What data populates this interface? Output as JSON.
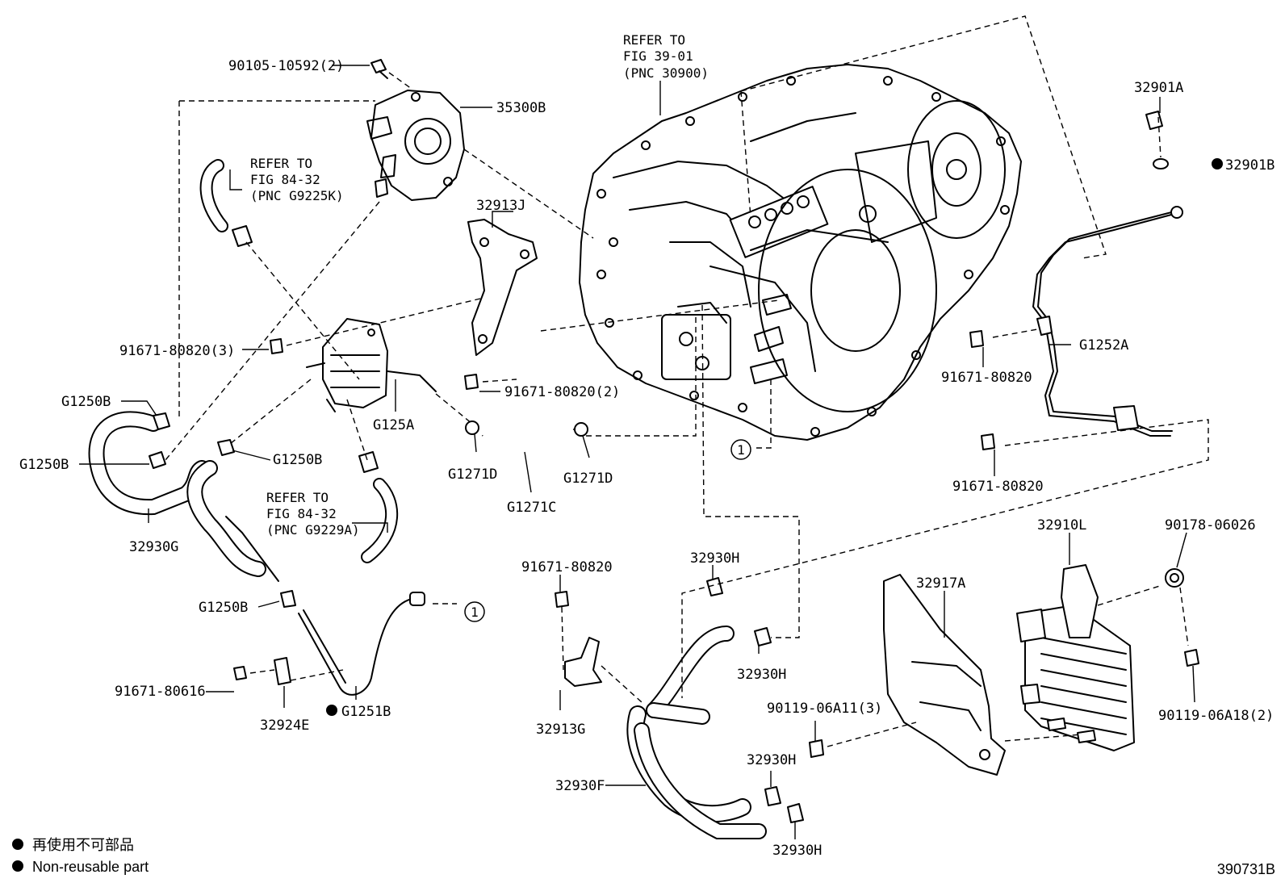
{
  "labels": {
    "bolt_90105": "90105-10592(2)",
    "pump_35300B": "35300B",
    "refer1_line1": "REFER TO",
    "refer1_line2": "FIG 84-32",
    "refer1_line3": "(PNC G9225K)",
    "refer_main_line1": "REFER TO",
    "refer_main_line2": "FIG 39-01",
    "refer_main_line3": "(PNC 30900)",
    "bracket_32913J": "32913J",
    "bolt_91671_3": "91671-80820(3)",
    "bolt_91671_2": "91671-80820(2)",
    "hose_G1250B_a": "G1250B",
    "hose_G1250B_b": "G1250B",
    "hose_G1250B_c": "G1250B",
    "hose_G1250B_d": "G1250B",
    "cover_G125A": "G125A",
    "clamp_G1271D_a": "G1271D",
    "clamp_G1271D_b": "G1271D",
    "hose_G1271C": "G1271C",
    "hose_32930G": "32930G",
    "refer2_line1": "REFER TO",
    "refer2_line2": "FIG 84-32",
    "refer2_line3": "(PNC G9229A)",
    "bolt_91671_80616": "91671-80616",
    "clamp_32924E": "32924E",
    "hose_G1251B": "G1251B",
    "bolt_32901A": "32901A",
    "gasket_32901B": "32901B",
    "tube_G1252A": "G1252A",
    "bolt_91671_a": "91671-80820",
    "bolt_91671_b": "91671-80820",
    "bolt_91671_c": "91671-80820",
    "bracket_32913G": "32913G",
    "hose_32930H_a": "32930H",
    "hose_32930H_b": "32930H",
    "hose_32930H_c": "32930H",
    "hose_32930H_d": "32930H",
    "hose_32930F": "32930F",
    "bolt_90119_3": "90119-06A11(3)",
    "cover_32917A": "32917A",
    "cooler_32910L": "32910L",
    "nut_90178": "90178-06026",
    "bolt_90119_2": "90119-06A18(2)",
    "callout_1a": "1",
    "callout_1b": "1"
  },
  "legend": {
    "line_jp": "再使用不可部品",
    "line_en": "Non-reusable part"
  },
  "diagram_id": "390731B"
}
